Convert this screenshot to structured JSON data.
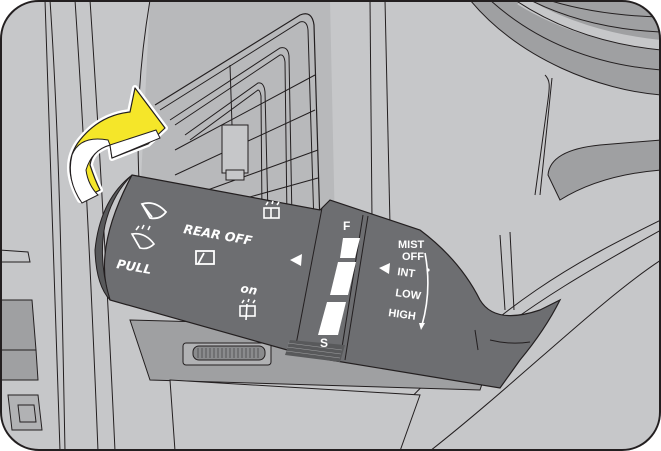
{
  "illustration": {
    "subject": "Windshield wiper and washer control lever",
    "arrow": {
      "color": "#f5e629",
      "direction": "pull-toward-driver"
    },
    "colors": {
      "background": "#c6c7c9",
      "panel_mid": "#9fa0a2",
      "lever": "#6d6e71",
      "lever_dark": "#58595b",
      "outline": "#231f20",
      "text": "#ffffff"
    }
  },
  "lever_left": {
    "front_washer_icon": "front-wiper-icon",
    "pull_washer_icon": "front-washer-icon",
    "pull_label": "PULL",
    "rear_label": "REAR OFF",
    "rear_wiper_icon": "rear-wiper-icon",
    "on_label": "ON",
    "rear_washer_top_icon": "rear-washer-icon",
    "rear_washer_bottom_icon": "rear-washer-icon",
    "pointer_icon": "triangle-left-icon"
  },
  "intermittent_dial": {
    "fast_label": "F",
    "slow_label": "S"
  },
  "lever_right": {
    "pointer_icon": "triangle-left-icon",
    "positions": [
      "MIST",
      "OFF",
      "INT",
      "LOW",
      "HIGH"
    ]
  }
}
